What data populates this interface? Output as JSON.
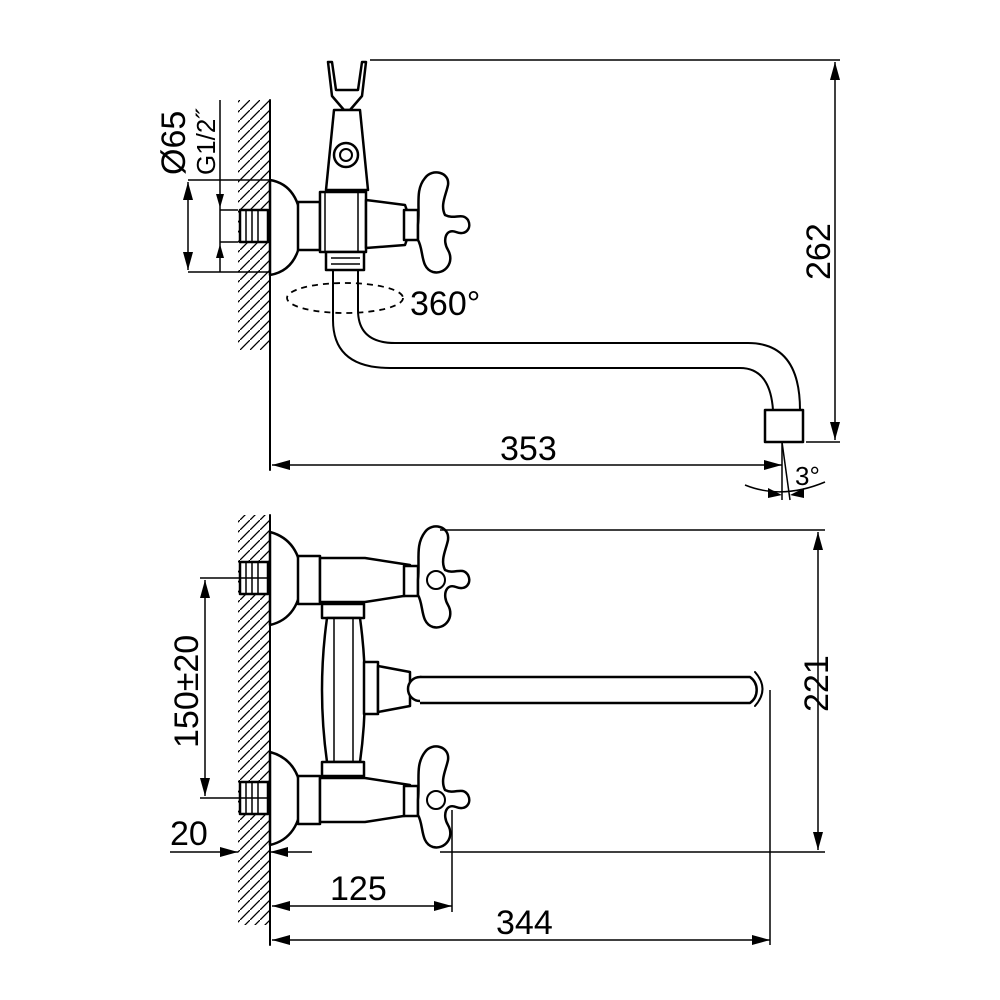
{
  "diagram": {
    "top_view": {
      "dim_diameter": "Ø65",
      "dim_thread": "G1/2˝",
      "dim_height": "262",
      "dim_rotation": "360°",
      "dim_length": "353",
      "dim_angle": "3°"
    },
    "front_view": {
      "dim_center_distance": "150±20",
      "dim_wall_offset": "20",
      "dim_handle_height": "221",
      "dim_handle_reach": "125",
      "dim_spout_reach": "344"
    }
  }
}
